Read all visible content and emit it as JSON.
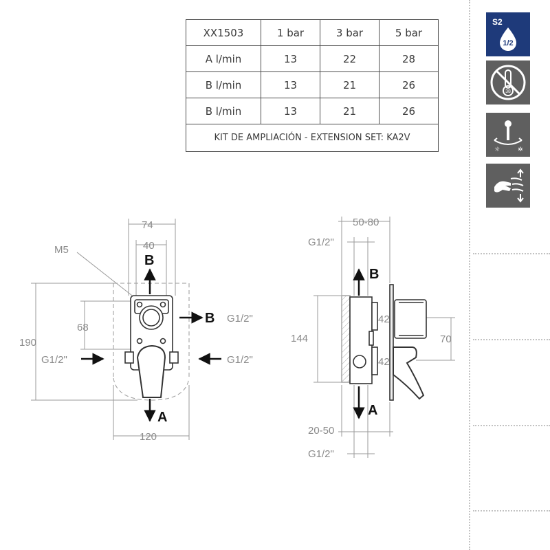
{
  "flow_table": {
    "headers": [
      "XX1503",
      "1 bar",
      "3 bar",
      "5 bar"
    ],
    "rows": [
      [
        "A  l/min",
        "13",
        "22",
        "28"
      ],
      [
        "B  l/min",
        "13",
        "21",
        "26"
      ],
      [
        "B  l/min",
        "13",
        "21",
        "26"
      ]
    ],
    "footer": "KIT DE AMPLIACIÓN - EXTENSION SET: KA2V"
  },
  "front_view": {
    "dim_top_outer": "74",
    "dim_top_inner": "40",
    "label_m5": "M5",
    "dim_height_total": "190",
    "dim_center": "68",
    "dim_bottom_width": "120",
    "inlet_left": "G1/2\"",
    "outlet_right": "G1/2\"",
    "inlet_right": "G1/2\"",
    "outlet_b_top": "B",
    "outlet_b_right": "B",
    "outlet_a_bottom": "A"
  },
  "side_view": {
    "dim_top_depth": "50-80",
    "thread_top": "G1/2\"",
    "outlet_b": "B",
    "dim_height": "144",
    "dim_cartridge_upper": "42",
    "dim_cartridge_lower": "42",
    "dim_right": "70",
    "outlet_a": "A",
    "dim_bottom_depth": "20-50",
    "thread_bottom": "G1/2\""
  },
  "sidebar": {
    "badges": [
      {
        "icon": "s2-half-water-saving-icon",
        "label_top": "S2",
        "label_bottom": "1/2",
        "color": "#1e3a7a"
      },
      {
        "icon": "no-thermostat-38-icon",
        "label": "38",
        "color": "#5f5f5f"
      },
      {
        "icon": "hot-cold-lever-icon",
        "color": "#5f5f5f"
      },
      {
        "icon": "hand-water-flow-icon",
        "color": "#5f5f5f"
      }
    ]
  }
}
